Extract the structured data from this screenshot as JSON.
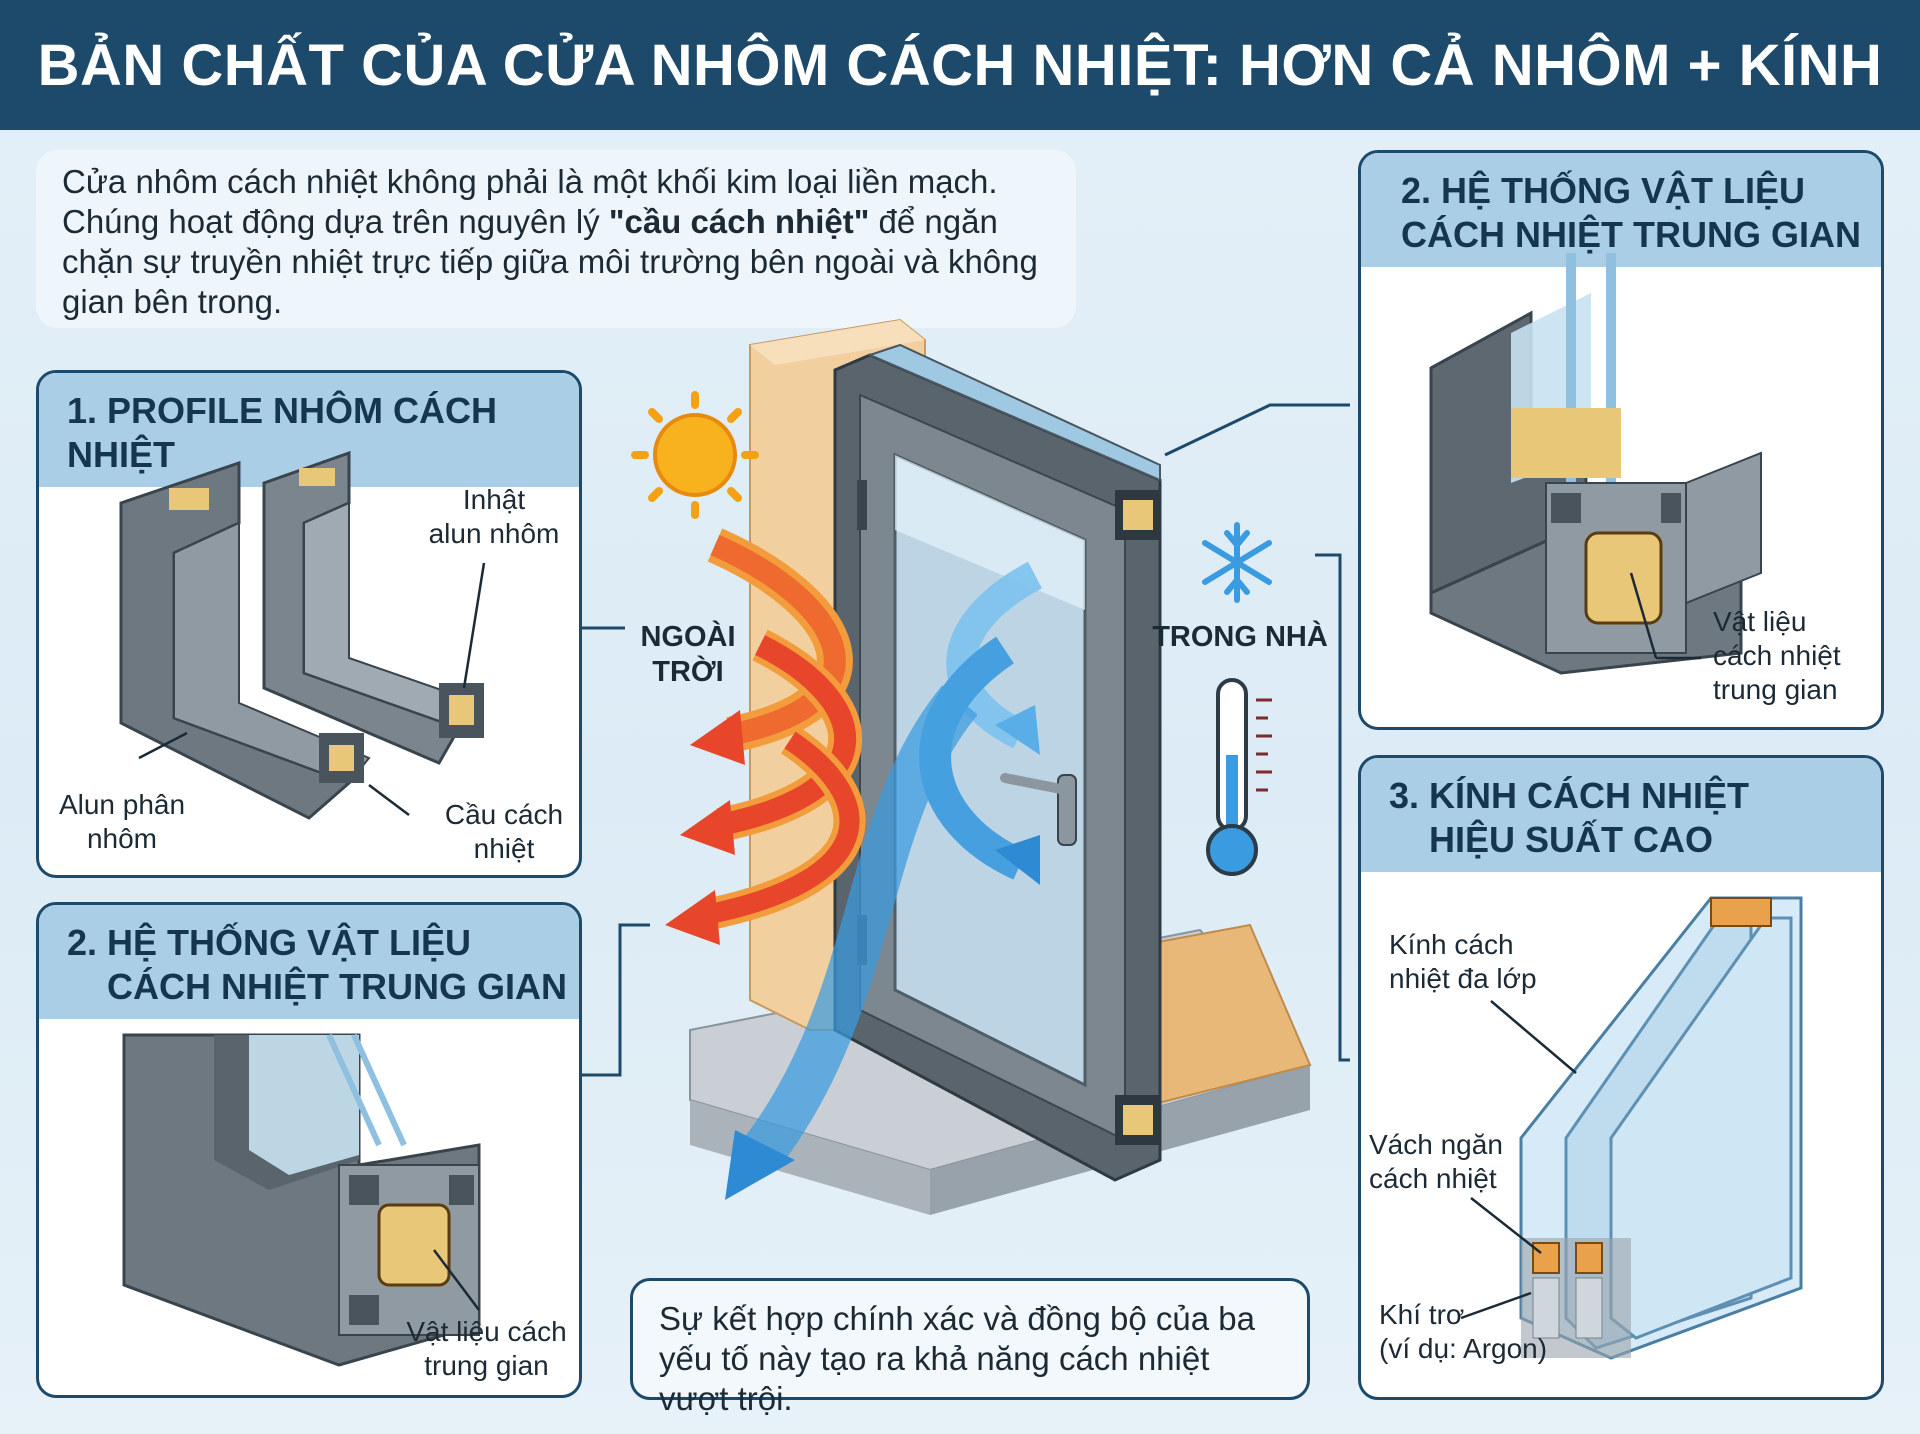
{
  "title": "BẢN CHẤT CỦA CỬA NHÔM CÁCH NHIỆT: HƠN CẢ NHÔM + KÍNH",
  "intro": {
    "part1": "Cửa nhôm cách nhiệt không phải là một khối kim loại liền mạch. Chúng hoạt động dựa trên nguyên lý ",
    "bold": "\"cầu cách nhiệt\"",
    "part2": " để ngăn chặn sự truyền nhiệt trực tiếp giữa môi trường bên ngoài và không gian bên trong."
  },
  "panel1": {
    "title": "1. PROFILE NHÔM CÁCH NHIỆT",
    "label_inner": "Inhật\nalun nhôm",
    "label_outer": "Alun phân\nnhôm",
    "label_bridge": "Cầu cách\nnhiệt"
  },
  "panel2_left": {
    "title": "2. HỆ THỐNG VẬT LIỆU\n    CÁCH NHIỆT TRUNG GIAN",
    "label": "Vật liệu cách\ntrung gian"
  },
  "panel2_right": {
    "title": "2. HỆ THỐNG VẬT LIỆU\nCÁCH NHIỆT TRUNG GIAN",
    "label": "Vật liệu\ncách nhiệt\ntrung gian"
  },
  "panel3": {
    "title": "3. KÍNH CÁCH NHIỆT\n    HIỆU SUẤT CAO",
    "label_glass": "Kính cách\nnhiệt đa lớp",
    "label_spacer": "Vách ngăn\ncách nhiệt",
    "label_gas": "Khí trơ\n(ví dụ: Argon)"
  },
  "center": {
    "outside": "NGOÀI\nTRỜI",
    "inside": "TRONG NHÀ"
  },
  "bottom_note": "Sự kết hợp chính xác và đồng bộ của ba yếu tố này tạo ra khả năng cách nhiệt vượt trội.",
  "colors": {
    "header": "#1d4a6b",
    "panel_head": "#a9cee6",
    "hot_arrow": "#e8462a",
    "cold_arrow": "#3a9be0",
    "aluminium": "#7b858d",
    "insulation": "#e9c778"
  },
  "icons": [
    "sun-icon",
    "snowflake-icon",
    "thermometer-icon"
  ]
}
